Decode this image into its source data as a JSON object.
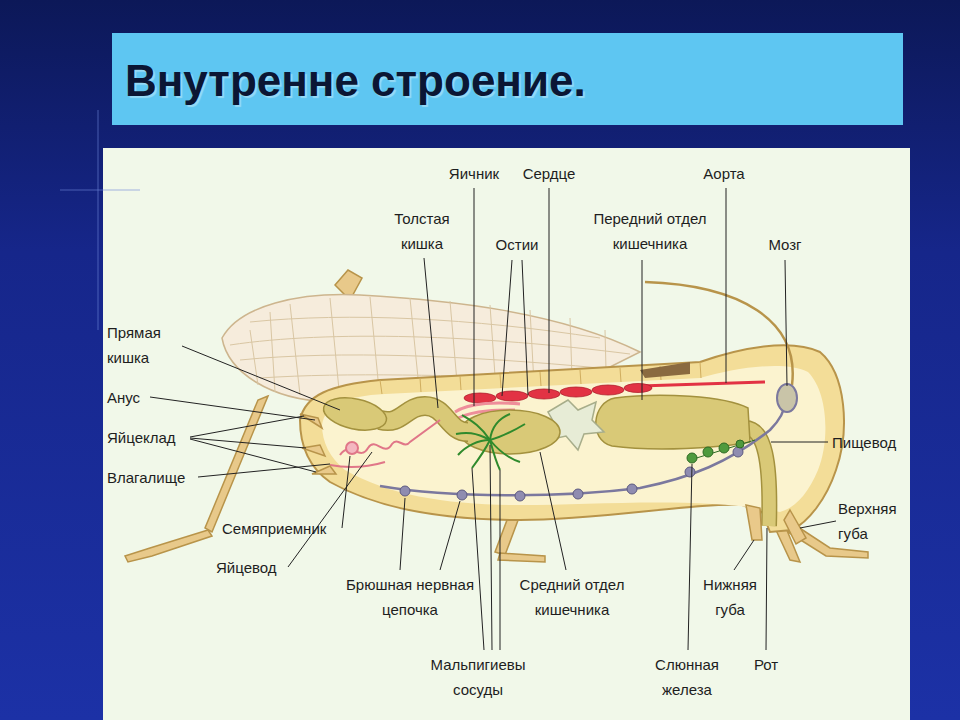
{
  "diagram": {
    "title": "Внутренне строение.",
    "labels": [
      "Яичник",
      "Сердце",
      "Аорта",
      "Толстая кишка",
      "Остии",
      "Передний отдел кишечника",
      "Мозг",
      "Прямая кишка",
      "Анус",
      "Яйцеклад",
      "Пищевод",
      "Влагалище",
      "Верхняя губа",
      "Семяприемник",
      "Яйцевод",
      "Брюшная нервная цепочка",
      "Средний отдел кишечника",
      "Нижняя губа",
      "Слюнная железа",
      "Рот",
      "Мальпигиевы сосуды"
    ]
  }
}
